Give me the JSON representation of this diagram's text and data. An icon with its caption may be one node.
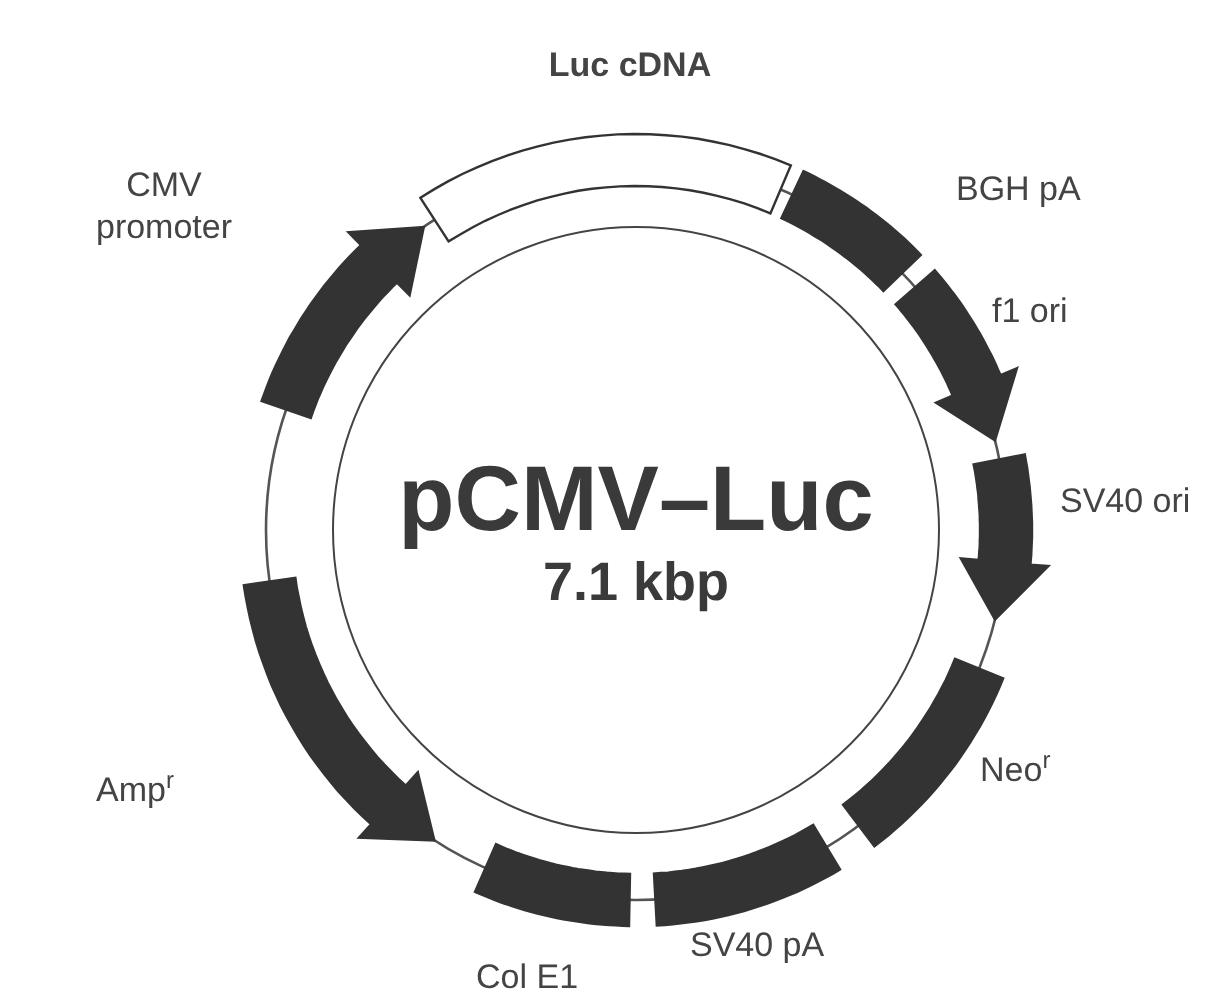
{
  "diagram": {
    "nodes": [
      {
        "text": [
          "Luc cDNA"
        ]
      },
      {
        "text": [
          "CMV promoter"
        ]
      },
      {
        "text": [
          "BGH pA"
        ]
      },
      {
        "text": [
          "f1 ori"
        ]
      },
      {
        "text": [
          "pCMV–Luc",
          "7.1 kbp"
        ]
      },
      {
        "text": [
          "SV40 ori"
        ]
      },
      {
        "text": [
          "Neo$^{r}$"
        ]
      },
      {
        "text": [
          "Amp$^{r}$"
        ]
      },
      {
        "text": [
          "SV40 pA"
        ]
      },
      {
        "text": [
          "Col E1"
        ]
      }
    ]
  }
}
